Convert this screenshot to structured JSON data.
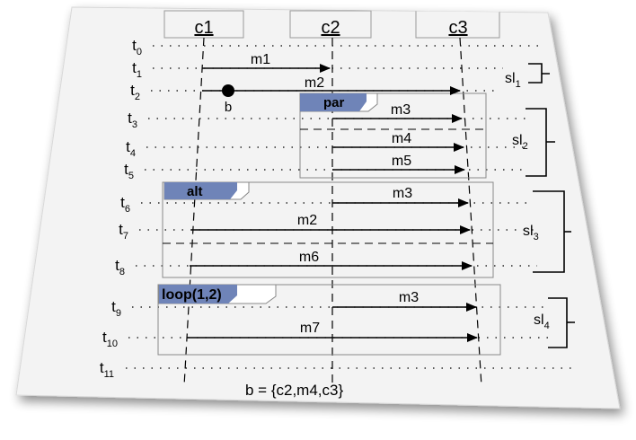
{
  "lifelines": [
    {
      "label": "c1"
    },
    {
      "label": "c2"
    },
    {
      "label": "c3"
    }
  ],
  "time_labels": [
    {
      "main": "t",
      "sub": "0"
    },
    {
      "main": "t",
      "sub": "1"
    },
    {
      "main": "t",
      "sub": "2"
    },
    {
      "main": "t",
      "sub": "3"
    },
    {
      "main": "t",
      "sub": "4"
    },
    {
      "main": "t",
      "sub": "5"
    },
    {
      "main": "t",
      "sub": "6"
    },
    {
      "main": "t",
      "sub": "7"
    },
    {
      "main": "t",
      "sub": "8"
    },
    {
      "main": "t",
      "sub": "9"
    },
    {
      "main": "t",
      "sub": "10"
    },
    {
      "main": "t",
      "sub": "11"
    }
  ],
  "messages": [
    {
      "label": "m1"
    },
    {
      "label": "m2"
    },
    {
      "label": "m3"
    },
    {
      "label": "m4"
    },
    {
      "label": "m5"
    },
    {
      "label": "m3"
    },
    {
      "label": "m2"
    },
    {
      "label": "m6"
    },
    {
      "label": "m3"
    },
    {
      "label": "m7"
    }
  ],
  "breakpoint": {
    "label": "b"
  },
  "fragments": [
    {
      "label": "par"
    },
    {
      "label": "alt"
    },
    {
      "label": "loop(1,2)"
    }
  ],
  "slices": [
    {
      "main": "sl",
      "sub": "1"
    },
    {
      "main": "sl",
      "sub": "2"
    },
    {
      "main": "sl",
      "sub": "3"
    },
    {
      "main": "sl",
      "sub": "4"
    }
  ],
  "caption": "b = {c2,m4,c3}",
  "colors": {
    "fragment_tab": "#6f84b8",
    "panel": "#f3f3f3",
    "line": "#000000"
  }
}
